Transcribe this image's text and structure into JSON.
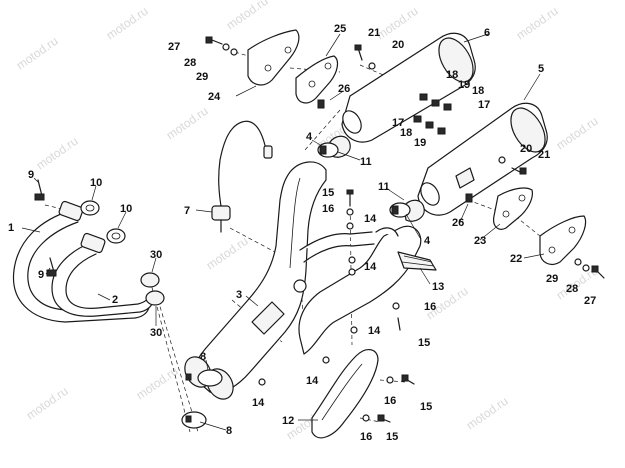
{
  "watermark": "motod.ru",
  "callouts": {
    "c1": "1",
    "c2": "2",
    "c3": "3",
    "c4a": "4",
    "c4b": "4",
    "c5": "5",
    "c6": "6",
    "c7": "7",
    "c8a": "8",
    "c8b": "8",
    "c9a": "9",
    "c9b": "9",
    "c10a": "10",
    "c10b": "10",
    "c11a": "11",
    "c11b": "11",
    "c12": "12",
    "c13": "13",
    "c14a": "14",
    "c14b": "14",
    "c14c": "14",
    "c14d": "14",
    "c14e": "14",
    "c15a": "15",
    "c15b": "15",
    "c15c": "15",
    "c15d": "15",
    "c16a": "16",
    "c16b": "16",
    "c16c": "16",
    "c16d": "16",
    "c17a": "17",
    "c17b": "17",
    "c18a": "18",
    "c18b": "18",
    "c18c": "18",
    "c19a": "19",
    "c19b": "19",
    "c20a": "20",
    "c20b": "20",
    "c21a": "21",
    "c21b": "21",
    "c22": "22",
    "c23": "23",
    "c24": "24",
    "c25": "25",
    "c26a": "26",
    "c26b": "26",
    "c27a": "27",
    "c27b": "27",
    "c28a": "28",
    "c28b": "28",
    "c29a": "29",
    "c29b": "29",
    "c30a": "30",
    "c30b": "30"
  }
}
